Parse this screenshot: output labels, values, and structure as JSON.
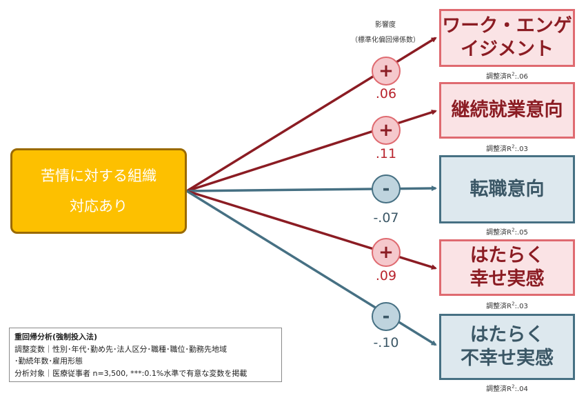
{
  "header": {
    "line1": "影響度",
    "line2": "（標準化偏回帰係数）"
  },
  "source": {
    "line1": "苦情に対する組織",
    "line2": "対応あり"
  },
  "colors": {
    "positive_line": "#8b1c23",
    "negative_line": "#467083",
    "source_fill": "#fdc000"
  },
  "outcomes": [
    {
      "line1": "ワーク・エンゲ",
      "line2": "イジメント",
      "sign": "+",
      "coef": ".06",
      "r2_prefix": "調整済R",
      "r2_sup": "2",
      "r2_value": ":.06",
      "polarity": "pos"
    },
    {
      "line1": "継続就業意向",
      "line2": "",
      "sign": "+",
      "coef": ".11",
      "r2_prefix": "調整済R",
      "r2_sup": "2",
      "r2_value": ":.03",
      "polarity": "pos"
    },
    {
      "line1": "転職意向",
      "line2": "",
      "sign": "-",
      "coef": "-.07",
      "r2_prefix": "調整済R",
      "r2_sup": "2",
      "r2_value": ":.05",
      "polarity": "neg"
    },
    {
      "line1": "はたらく",
      "line2": "幸せ実感",
      "sign": "+",
      "coef": ".09",
      "r2_prefix": "調整済R",
      "r2_sup": "2",
      "r2_value": ":.03",
      "polarity": "pos"
    },
    {
      "line1": "はたらく",
      "line2": "不幸せ実感",
      "sign": "-",
      "coef": "-.10",
      "r2_prefix": "調整済R",
      "r2_sup": "2",
      "r2_value": ":.04",
      "polarity": "neg"
    }
  ],
  "note": {
    "title": "重回帰分析(強制投入法)",
    "line1": "調整変数｜性別･年代･勤め先･法人区分･職種･職位･勤務先地域",
    "line2": "･勤続年数･雇用形態",
    "line3": "分析対象｜医療従事者 n=3,500, ***:0.1%水準で有意な変数を掲載"
  }
}
